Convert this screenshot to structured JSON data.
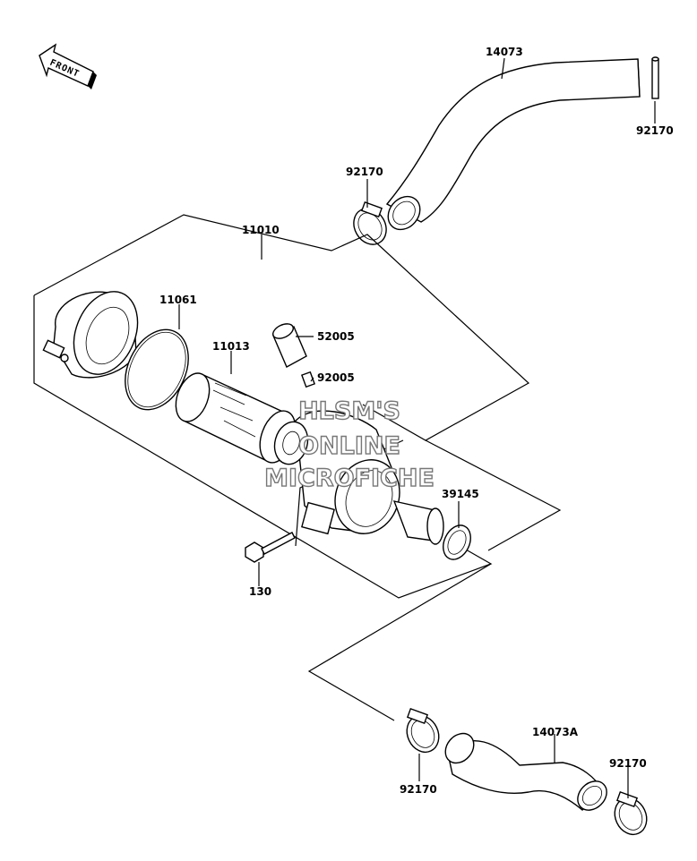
{
  "front_arrow": {
    "label": "FRONT"
  },
  "labels": {
    "p14073": "14073",
    "p92170_top_right": "92170",
    "p92170_upper_clamp": "92170",
    "p11010": "11010",
    "p11061": "11061",
    "p52005": "52005",
    "p11013": "11013",
    "p92005": "92005",
    "p39145": "39145",
    "p130": "130",
    "p14073A": "14073A",
    "p92170_lower_right": "92170",
    "p92170_lower_left": "92170"
  },
  "watermark": {
    "line1": "HLSM'S",
    "line2": "ONLINE",
    "line3": "MICROFICHE"
  }
}
